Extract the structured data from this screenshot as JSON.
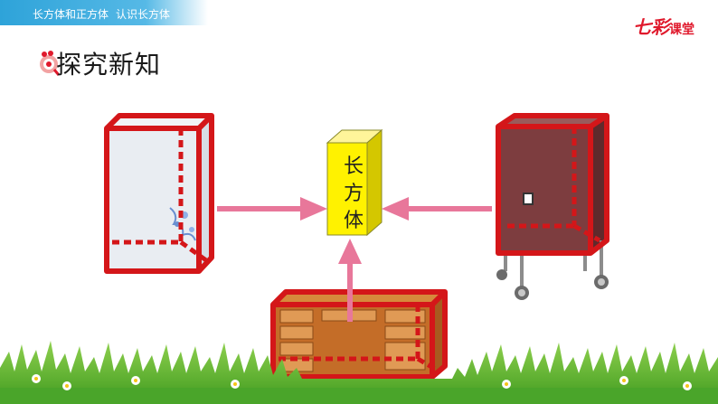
{
  "header": {
    "breadcrumb_course": "长方体和正方体",
    "breadcrumb_lesson": "认识长方体",
    "brand_big": "七彩",
    "brand_small": "课堂"
  },
  "section": {
    "title": "探究新知"
  },
  "center": {
    "label_lines": [
      "长",
      "方",
      "体"
    ]
  },
  "colors": {
    "frame_red": "#d41619",
    "arrow_pink": "#e8779a",
    "box_yellow": "#fff200",
    "header_blue": "#2ea3d9"
  }
}
